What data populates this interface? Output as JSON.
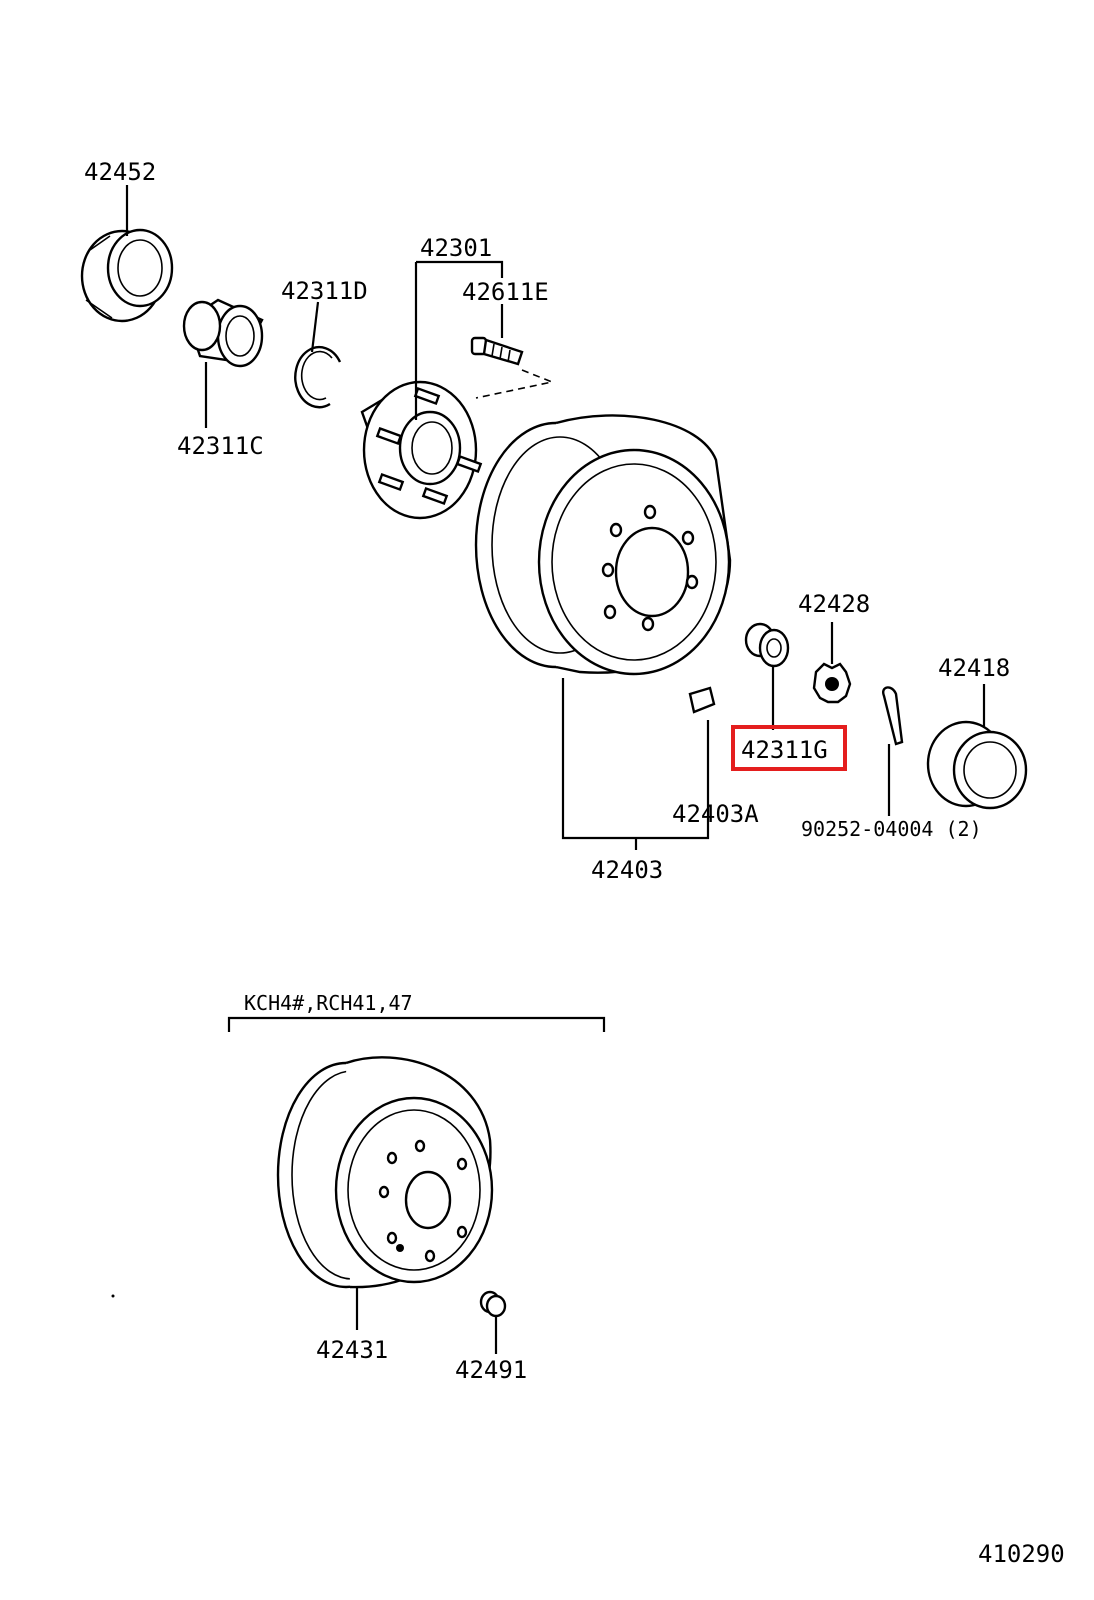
{
  "parts": {
    "p42452": "42452",
    "p42301": "42301",
    "p42311D": "42311D",
    "p42611E": "42611E",
    "p42311C": "42311C",
    "p42428": "42428",
    "p42418": "42418",
    "p42311G": "42311G",
    "p42403A": "42403A",
    "p90252": "90252-04004 (2)",
    "p42403": "42403",
    "p42431": "42431",
    "p42491": "42491"
  },
  "model_note": "KCH4#,RCH41,47",
  "diagram_id": "410290",
  "highlight": {
    "part": "42311G",
    "color": "#e41e1e"
  }
}
